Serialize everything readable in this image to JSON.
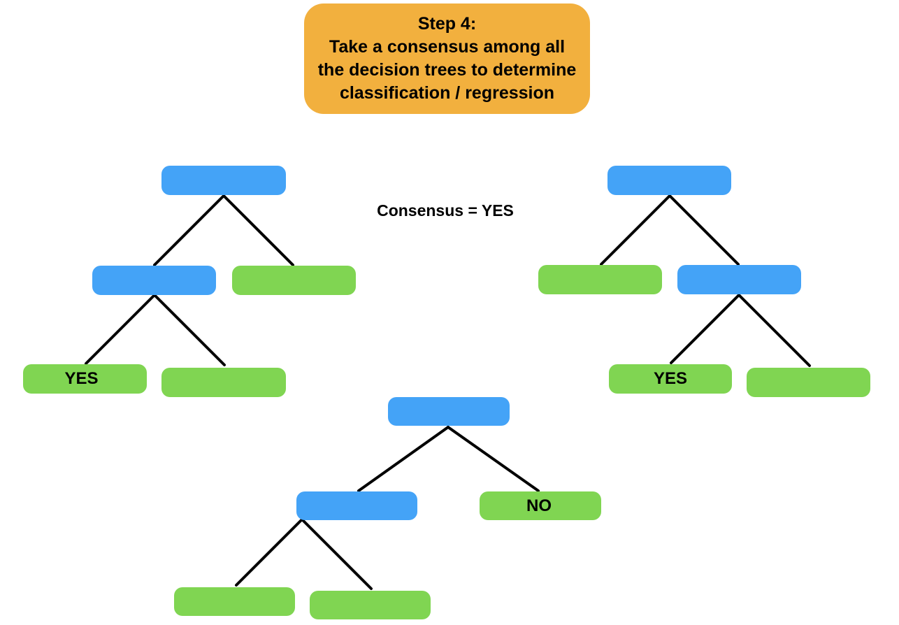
{
  "header": {
    "step": "Step 4:",
    "line1": "Take a consensus among all",
    "line2": "the decision trees to determine",
    "line3": "classification / regression"
  },
  "consensus_label": "Consensus = YES",
  "leaves": {
    "left_tree_yes": "YES",
    "right_tree_yes": "YES",
    "bottom_tree_no": "NO"
  },
  "colors": {
    "decision_node": "#44a3f7",
    "leaf_node": "#80d552",
    "header_box": "#f2b03e",
    "edge": "#000000"
  }
}
